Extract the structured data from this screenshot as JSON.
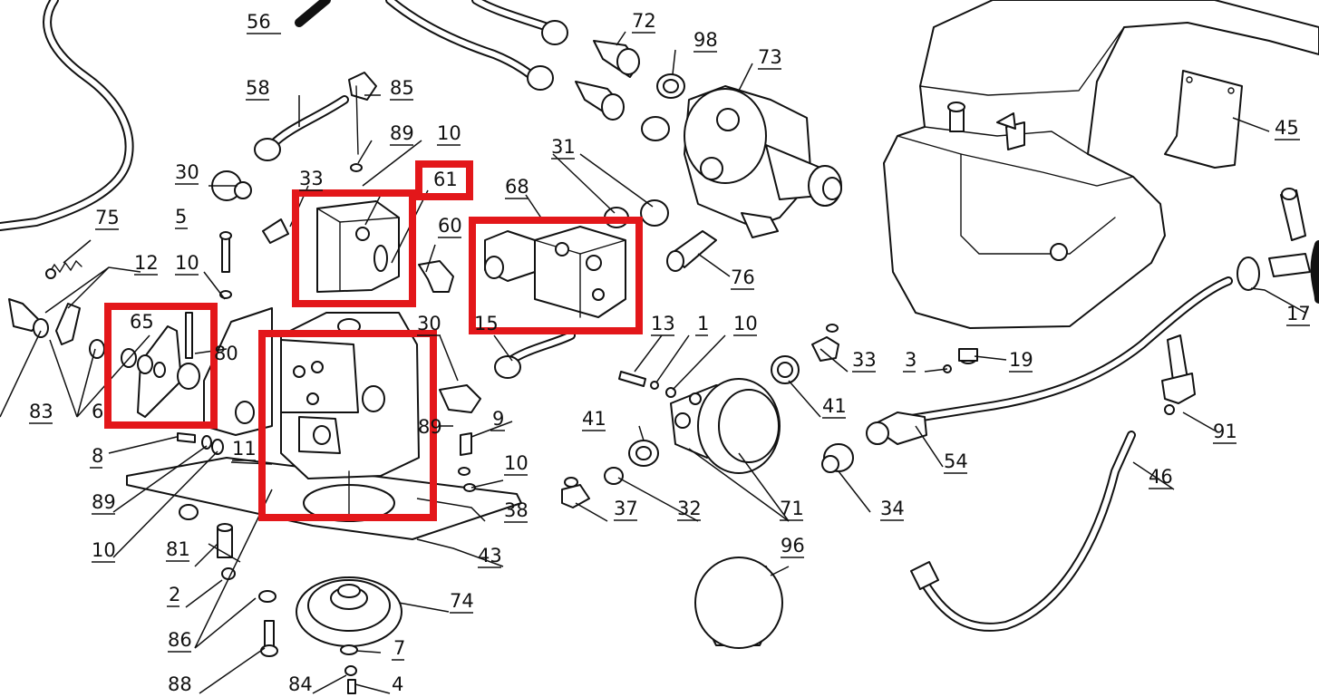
{
  "diagram": {
    "labels": [
      {
        "id": "lbl-56",
        "text": "56"
      },
      {
        "id": "lbl-72",
        "text": "72"
      },
      {
        "id": "lbl-98",
        "text": "98"
      },
      {
        "id": "lbl-73",
        "text": "73"
      },
      {
        "id": "lbl-58",
        "text": "58"
      },
      {
        "id": "lbl-85",
        "text": "85"
      },
      {
        "id": "lbl-89a",
        "text": "89"
      },
      {
        "id": "lbl-10a",
        "text": "10"
      },
      {
        "id": "lbl-30a",
        "text": "30"
      },
      {
        "id": "lbl-33a",
        "text": "33"
      },
      {
        "id": "lbl-61",
        "text": "61"
      },
      {
        "id": "lbl-31",
        "text": "31"
      },
      {
        "id": "lbl-68",
        "text": "68"
      },
      {
        "id": "lbl-45",
        "text": "45"
      },
      {
        "id": "lbl-75",
        "text": "75"
      },
      {
        "id": "lbl-5",
        "text": "5"
      },
      {
        "id": "lbl-60",
        "text": "60"
      },
      {
        "id": "lbl-12",
        "text": "12"
      },
      {
        "id": "lbl-10b",
        "text": "10"
      },
      {
        "id": "lbl-76",
        "text": "76"
      },
      {
        "id": "lbl-65",
        "text": "65"
      },
      {
        "id": "lbl-80",
        "text": "80"
      },
      {
        "id": "lbl-30b",
        "text": "30"
      },
      {
        "id": "lbl-15",
        "text": "15"
      },
      {
        "id": "lbl-13",
        "text": "13"
      },
      {
        "id": "lbl-1",
        "text": "1"
      },
      {
        "id": "lbl-10c",
        "text": "10"
      },
      {
        "id": "lbl-17",
        "text": "17"
      },
      {
        "id": "lbl-33b",
        "text": "33"
      },
      {
        "id": "lbl-3",
        "text": "3"
      },
      {
        "id": "lbl-19",
        "text": "19"
      },
      {
        "id": "lbl-83",
        "text": "83"
      },
      {
        "id": "lbl-6",
        "text": "6"
      },
      {
        "id": "lbl-41a",
        "text": "41"
      },
      {
        "id": "lbl-91",
        "text": "91"
      },
      {
        "id": "lbl-8",
        "text": "8"
      },
      {
        "id": "lbl-11",
        "text": "11"
      },
      {
        "id": "lbl-89b",
        "text": "89"
      },
      {
        "id": "lbl-9",
        "text": "9"
      },
      {
        "id": "lbl-41b",
        "text": "41"
      },
      {
        "id": "lbl-54",
        "text": "54"
      },
      {
        "id": "lbl-89c",
        "text": "89"
      },
      {
        "id": "lbl-10d",
        "text": "10"
      },
      {
        "id": "lbl-46",
        "text": "46"
      },
      {
        "id": "lbl-10e",
        "text": "10"
      },
      {
        "id": "lbl-38",
        "text": "38"
      },
      {
        "id": "lbl-37",
        "text": "37"
      },
      {
        "id": "lbl-32",
        "text": "32"
      },
      {
        "id": "lbl-71",
        "text": "71"
      },
      {
        "id": "lbl-34",
        "text": "34"
      },
      {
        "id": "lbl-81",
        "text": "81"
      },
      {
        "id": "lbl-43",
        "text": "43"
      },
      {
        "id": "lbl-96",
        "text": "96"
      },
      {
        "id": "lbl-2",
        "text": "2"
      },
      {
        "id": "lbl-74",
        "text": "74"
      },
      {
        "id": "lbl-86",
        "text": "86"
      },
      {
        "id": "lbl-7",
        "text": "7"
      },
      {
        "id": "lbl-88",
        "text": "88"
      },
      {
        "id": "lbl-84",
        "text": "84"
      },
      {
        "id": "lbl-4",
        "text": "4"
      }
    ],
    "highlight_color": "#e3171a",
    "line_color": "#111111"
  }
}
